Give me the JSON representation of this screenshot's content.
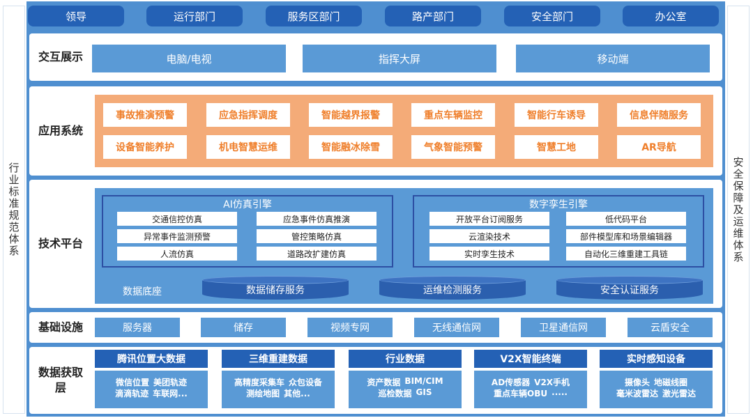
{
  "side_left": "行业标准规范体系",
  "side_right": "安全保障及运维体系",
  "top_tabs": [
    "领导",
    "运行部门",
    "服务区部门",
    "路产部门",
    "安全部门",
    "办公室"
  ],
  "interaction": {
    "label": "交互展示",
    "items": [
      "电脑/电视",
      "指挥大屏",
      "移动端"
    ]
  },
  "application": {
    "label": "应用系统",
    "row1": [
      "事故推演预警",
      "应急指挥调度",
      "智能越界报警",
      "重点车辆监控",
      "智能行车诱导",
      "信息伴随服务"
    ],
    "row2": [
      "设备智能养护",
      "机电智慧运维",
      "智能融冰除雪",
      "气象智能预警",
      "智慧工地",
      "AR导航"
    ]
  },
  "tech": {
    "label": "技术平台",
    "ai_engine": {
      "title": "AI仿真引擎",
      "items": [
        "交通信控仿真",
        "应急事件仿真推演",
        "异常事件监测预警",
        "管控策略仿真",
        "人流仿真",
        "道路改扩建仿真"
      ]
    },
    "twin_engine": {
      "title": "数字孪生引擎",
      "items": [
        "开放平台订阅服务",
        "低代码平台",
        "云渲染技术",
        "部件模型库和场景编辑器",
        "实时孪生技术",
        "自动化三维重建工具链"
      ]
    },
    "data_base_label": "数据底座",
    "services": [
      "数据储存服务",
      "运维检测服务",
      "安全认证服务"
    ]
  },
  "infrastructure": {
    "label": "基础设施",
    "items": [
      "服务器",
      "储存",
      "视频专网",
      "无线通信网",
      "卫星通信网",
      "云盾安全"
    ]
  },
  "acquisition": {
    "label_line1": "数据获取",
    "label_line2": "层",
    "columns": [
      {
        "title": "腾讯位置大数据",
        "line1": [
          "微信位置",
          "美团轨迹"
        ],
        "line2": [
          "滴滴轨迹",
          "车联网..."
        ]
      },
      {
        "title": "三维重建数据",
        "line1": [
          "高精度采集车",
          "众包设备"
        ],
        "line2": [
          "测绘地图",
          "其他..."
        ]
      },
      {
        "title": "行业数据",
        "line1": [
          "资产数据",
          "BIM/CIM"
        ],
        "line2": [
          "巡检数据",
          "GIS"
        ]
      },
      {
        "title": "V2X智能终端",
        "line1": [
          "AD传感器",
          "V2X手机"
        ],
        "line2": [
          "重点车辆OBU",
          "....."
        ]
      },
      {
        "title": "实时感知设备",
        "line1": [
          "摄像头",
          "地磁线圈"
        ],
        "line2": [
          "毫米波雷达",
          "激光雷达"
        ]
      }
    ]
  },
  "colors": {
    "frame_blue": "#4f8fd0",
    "tab_dark_blue": "#2461b5",
    "box_blue": "#5a9ad6",
    "app_orange_bg": "#f4ab78",
    "app_orange_text": "#ef7f2b"
  }
}
